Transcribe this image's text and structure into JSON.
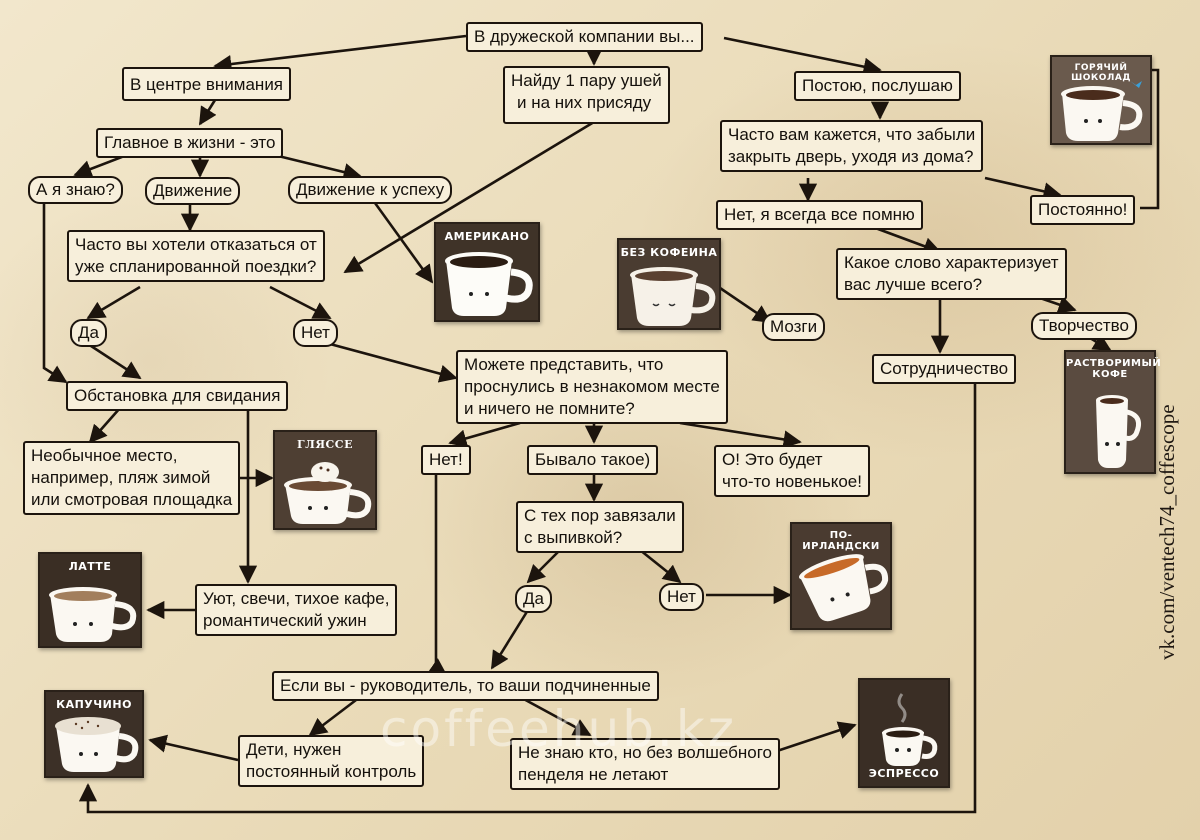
{
  "nodes": {
    "start": "В дружеской компании вы...",
    "center_attention": "В центре внимания",
    "find_ears": [
      "Найду 1 пару ушей",
      "и на них присяду"
    ],
    "stand_listen": "Постою, послушаю",
    "main_in_life": "Главное в жизни - это",
    "i_know": "А я знаю?",
    "movement": "Движение",
    "movement_success": "Движение к успеху",
    "cancel_trip": [
      "Часто вы хотели отказаться от",
      "уже спланированной поездки?"
    ],
    "yes_1": "Да",
    "no_1": "Нет",
    "date_setting": "Обстановка для свидания",
    "unusual_place": [
      "Необычное место,",
      "например, пляж зимой",
      "или смотровая площадка"
    ],
    "cozy": [
      "Уют, свечи, тихое кафе,",
      "романтический ужин"
    ],
    "imagine_wake": [
      "Можете представить, что",
      "проснулись в незнакомом месте",
      "и ничего не помните?"
    ],
    "no_excl": "Нет!",
    "happened": "Бывало такое)",
    "something_new": [
      "О! Это будет",
      "что-то новенькое!"
    ],
    "quit_drinking": [
      "С тех пор завязали",
      "с выпивкой?"
    ],
    "yes_2": "Да",
    "no_2": "Нет",
    "if_manager": "Если вы - руководитель, то ваши подчиненные",
    "kids_control": [
      "Дети, нужен",
      "постоянный контроль"
    ],
    "magic_kick": [
      "Не знаю кто, но без волшебного",
      "пенделя не летают"
    ],
    "forgot_door": [
      "Часто вам кажется, что забыли",
      "закрыть дверь, уходя из дома?"
    ],
    "always_remember": "Нет, я всегда все помню",
    "constantly": "Постоянно!",
    "which_word": [
      "Какое слово характеризует",
      "вас лучше всего?"
    ],
    "brains": "Мозги",
    "creativity": "Творчество",
    "cooperation": "Сотрудничество"
  },
  "coffees": {
    "americano": "АМЕРИКАНО",
    "decaf": "БЕЗ КОФЕИНА",
    "hot_chocolate": "ГОРЯЧИЙ ШОКОЛАД",
    "instant": [
      "РАСТВОРИМЫЙ",
      "КОФЕ"
    ],
    "glace": "ГЛЯССЕ",
    "latte": "ЛАТТЕ",
    "irish": "ПО-ИРЛАНДСКИ",
    "cappuccino": "КАПУЧИНО",
    "espresso": "ЭСПРЕССО"
  },
  "watermark": "coffeehub.kz",
  "credit": "vk.com/ventech74_coffescope",
  "colors": {
    "paper": "#efe3c6",
    "box_fill": "#f7efdb",
    "line": "#1c140d",
    "card": "#3f3328"
  }
}
